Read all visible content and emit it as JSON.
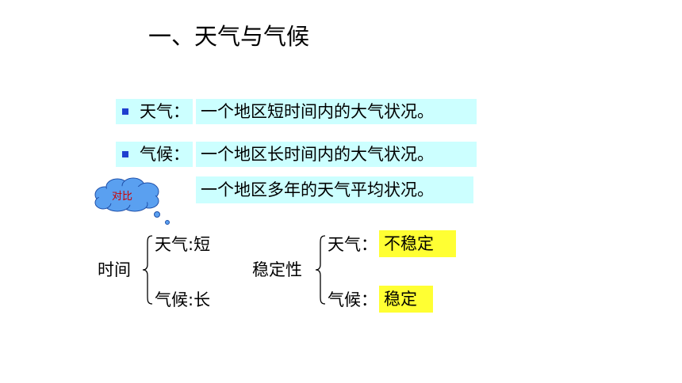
{
  "title": "一、天气与气候",
  "definitions": [
    {
      "term": "天气：",
      "text": "一个地区短时间内的大气状况。"
    },
    {
      "term": "气候：",
      "text": "一个地区长时间内的大气状况。"
    }
  ],
  "extra_definition": "一个地区多年的天气平均状况。",
  "callout": "对比",
  "comparisons": {
    "time": {
      "label": "时间",
      "weather": "天气:短",
      "climate": "气候:长"
    },
    "stability": {
      "label": "稳定性",
      "weather_term": "天气：",
      "weather_value": "不稳定",
      "climate_term": "气候：",
      "climate_value": "稳定"
    }
  },
  "colors": {
    "definition_bg": "#ccffff",
    "highlight_bg": "#ffff33",
    "bullet": "#1f3fcf",
    "cloud_fill": "#5aa0f0",
    "callout_text": "#cc0000"
  }
}
